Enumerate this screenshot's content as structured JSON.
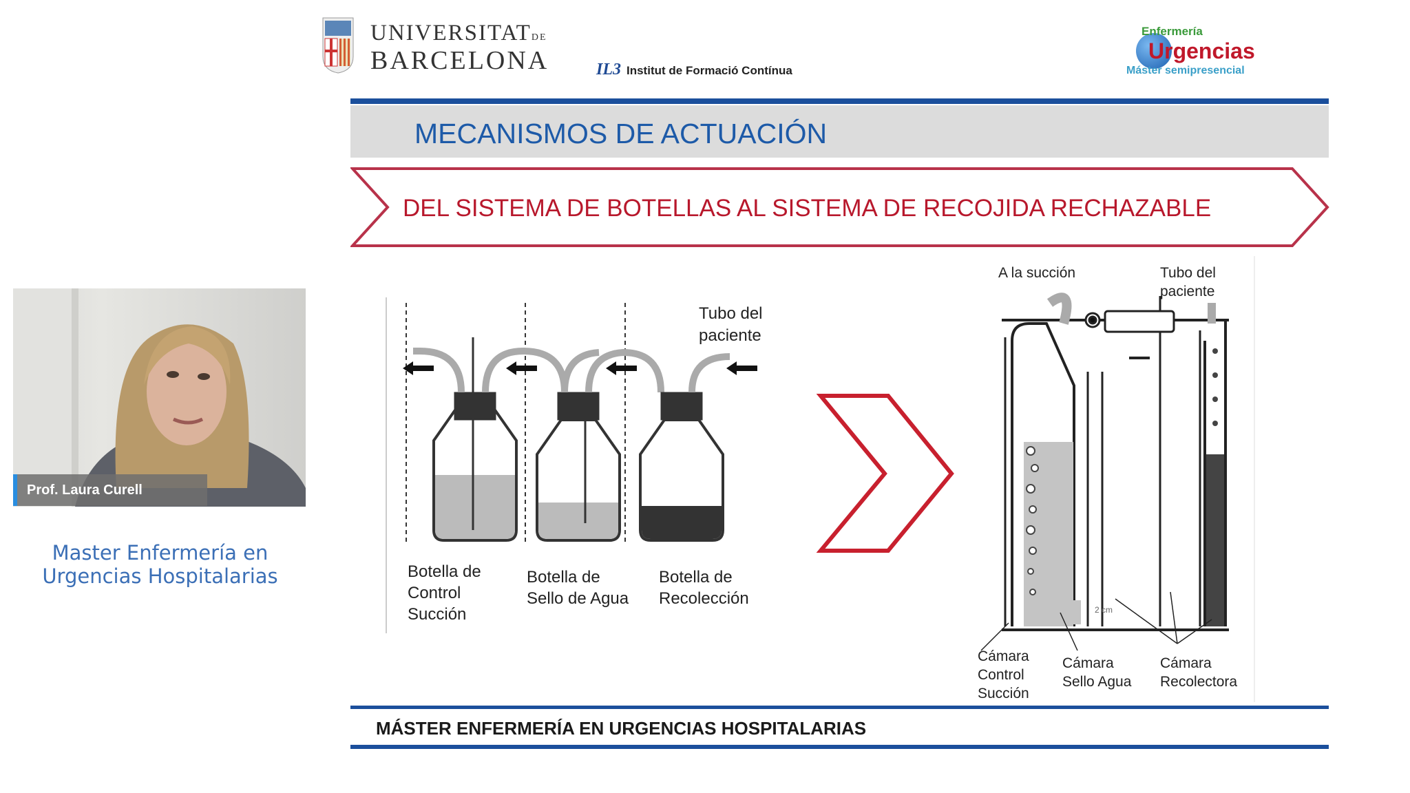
{
  "header": {
    "university_line1": "UNIVERSITAT",
    "university_de": "DE",
    "university_line2": "BARCELONA",
    "il3_mark": "IL3",
    "il3_text": "Institut de Formació Contínua",
    "urgencias_logo": {
      "top": "Enfermería",
      "main": "Urgencias",
      "sub": "Máster semipresencial"
    }
  },
  "slide": {
    "title": "MECANISMOS DE ACTUACIÓN",
    "banner": "DEL SISTEMA DE BOTELLAS AL SISTEMA DE RECOJIDA RECHAZABLE",
    "left_diagram": {
      "tube_label": [
        "Tubo del",
        "paciente"
      ],
      "bottles": [
        {
          "label": [
            "Botella de",
            "Control",
            "Succión"
          ]
        },
        {
          "label": [
            "Botella de",
            "Sello de Agua"
          ]
        },
        {
          "label": [
            "Botella de",
            "Recolección"
          ]
        }
      ]
    },
    "right_diagram": {
      "suction_label": "A la succión",
      "tube_label": [
        "Tubo del",
        "paciente"
      ],
      "measure_label": "2 cm",
      "chambers": [
        {
          "label": [
            "Cámara",
            "Control",
            "Succión"
          ]
        },
        {
          "label": [
            "Cámara",
            "Sello Agua"
          ]
        },
        {
          "label": [
            "Cámara",
            "Recolectora"
          ]
        }
      ]
    },
    "footer": "MÁSTER ENFERMERÍA EN URGENCIAS HOSPITALARIAS"
  },
  "webcam": {
    "speaker": "Prof. Laura Curell"
  },
  "sidebar": {
    "program_line1": "Master Enfermería en",
    "program_line2": "Urgencias Hospitalarias"
  },
  "colors": {
    "blue": "#1b4f9c",
    "title_blue": "#1d5aa8",
    "banner_red": "#b8182c"
  }
}
